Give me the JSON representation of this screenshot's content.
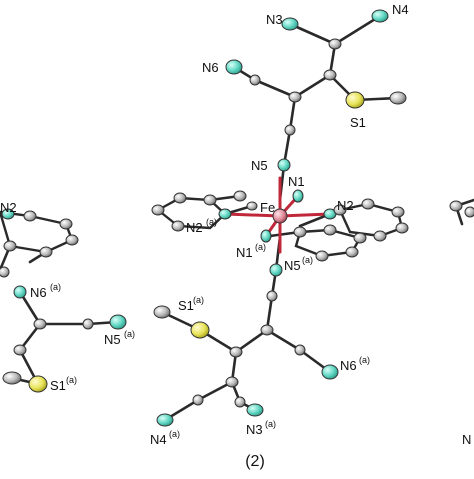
{
  "labels": {
    "n3_top": "N3",
    "n4_top": "N4",
    "n6_top": "N6",
    "s1_top": "S1",
    "n5_top": "N5",
    "n1_top": "N1",
    "fe": "Fe",
    "n2_right": "N2",
    "n2a_left": "N2",
    "n2a_sup": "(a)",
    "n1a": "N1",
    "n1a_sup": "(a)",
    "n5a": "N5",
    "n5a_sup": "(a)",
    "s1a": "S1",
    "s1a_sup": "(a)",
    "n6a": "N6",
    "n6a_sup": "(a)",
    "n4a": "N4",
    "n4a_sup": "(a)",
    "n3a": "N3",
    "n3a_sup": "(a)",
    "left_n2": "N2",
    "left_n6a": "N6",
    "left_n6a_sup": "(a)",
    "left_n5a": "N5",
    "left_n5a_sup": "(a)",
    "left_s1a": "S1",
    "left_s1a_sup": "(a)",
    "right_n": "N"
  },
  "caption": "(2)",
  "colors": {
    "nitrogen": "#5fd6c2",
    "sulfur": "#e8e45a",
    "carbon": "#b8b8b8",
    "iron": "#e08a9a",
    "fe_bond": "#c0283a",
    "bond": "#2a2a2a"
  }
}
